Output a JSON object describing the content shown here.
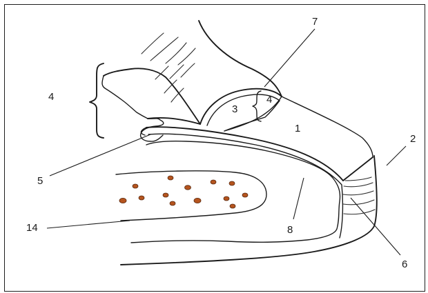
{
  "labels": {
    "n1": "1",
    "n2": "2",
    "n3": "3",
    "n4_left": "4",
    "n4_inner": "4",
    "n5": "5",
    "n6": "6",
    "n7": "7",
    "n8": "8",
    "n14": "14"
  },
  "colors": {
    "ink": "#1a1a1a",
    "dot_fill": "#b5541e",
    "dot_core": "#5a2a10",
    "background": "#ffffff"
  }
}
